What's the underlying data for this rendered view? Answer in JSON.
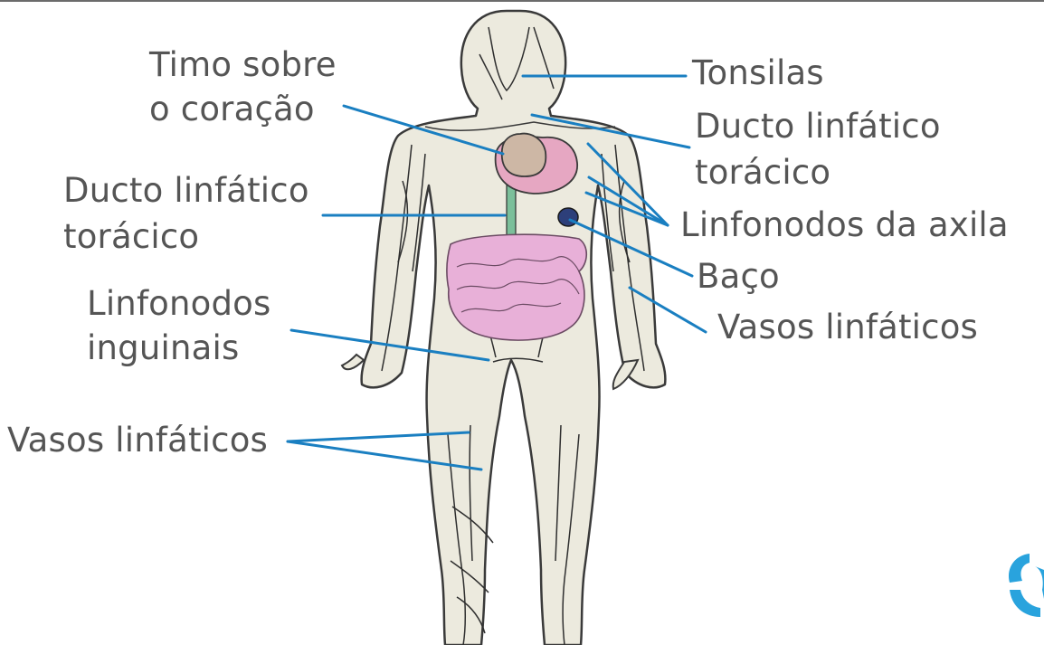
{
  "diagram": {
    "labels": {
      "timo_line1": "Timo sobre",
      "timo_line2": "o coração",
      "ducto_left_line1": "Ducto linfático",
      "ducto_left_line2": "torácico",
      "linfonodos_inguinais_line1": "Linfonodos",
      "linfonodos_inguinais_line2": "inguinais",
      "vasos_left": "Vasos linfáticos",
      "tonsilas": "Tonsilas",
      "ducto_right_line1": "Ducto linfático",
      "ducto_right_line2": "torácico",
      "linfonodos_axila": "Linfonodos da axila",
      "baco": "Baço",
      "vasos_right": "Vasos linfáticos"
    },
    "colors": {
      "leader_line": "#1a7fc1",
      "label_text": "#555555",
      "body_fill": "#eceade",
      "body_outline": "#3a3a3a",
      "heart": "#e6a7c2",
      "thymus": "#cdb7a5",
      "intestine": "#e8b0d8",
      "spleen": "#2d3f7a",
      "thoracic_duct": "#7bbf9a",
      "logo": "#29a3dd"
    },
    "logo_icon": "logo-mark-icon"
  }
}
